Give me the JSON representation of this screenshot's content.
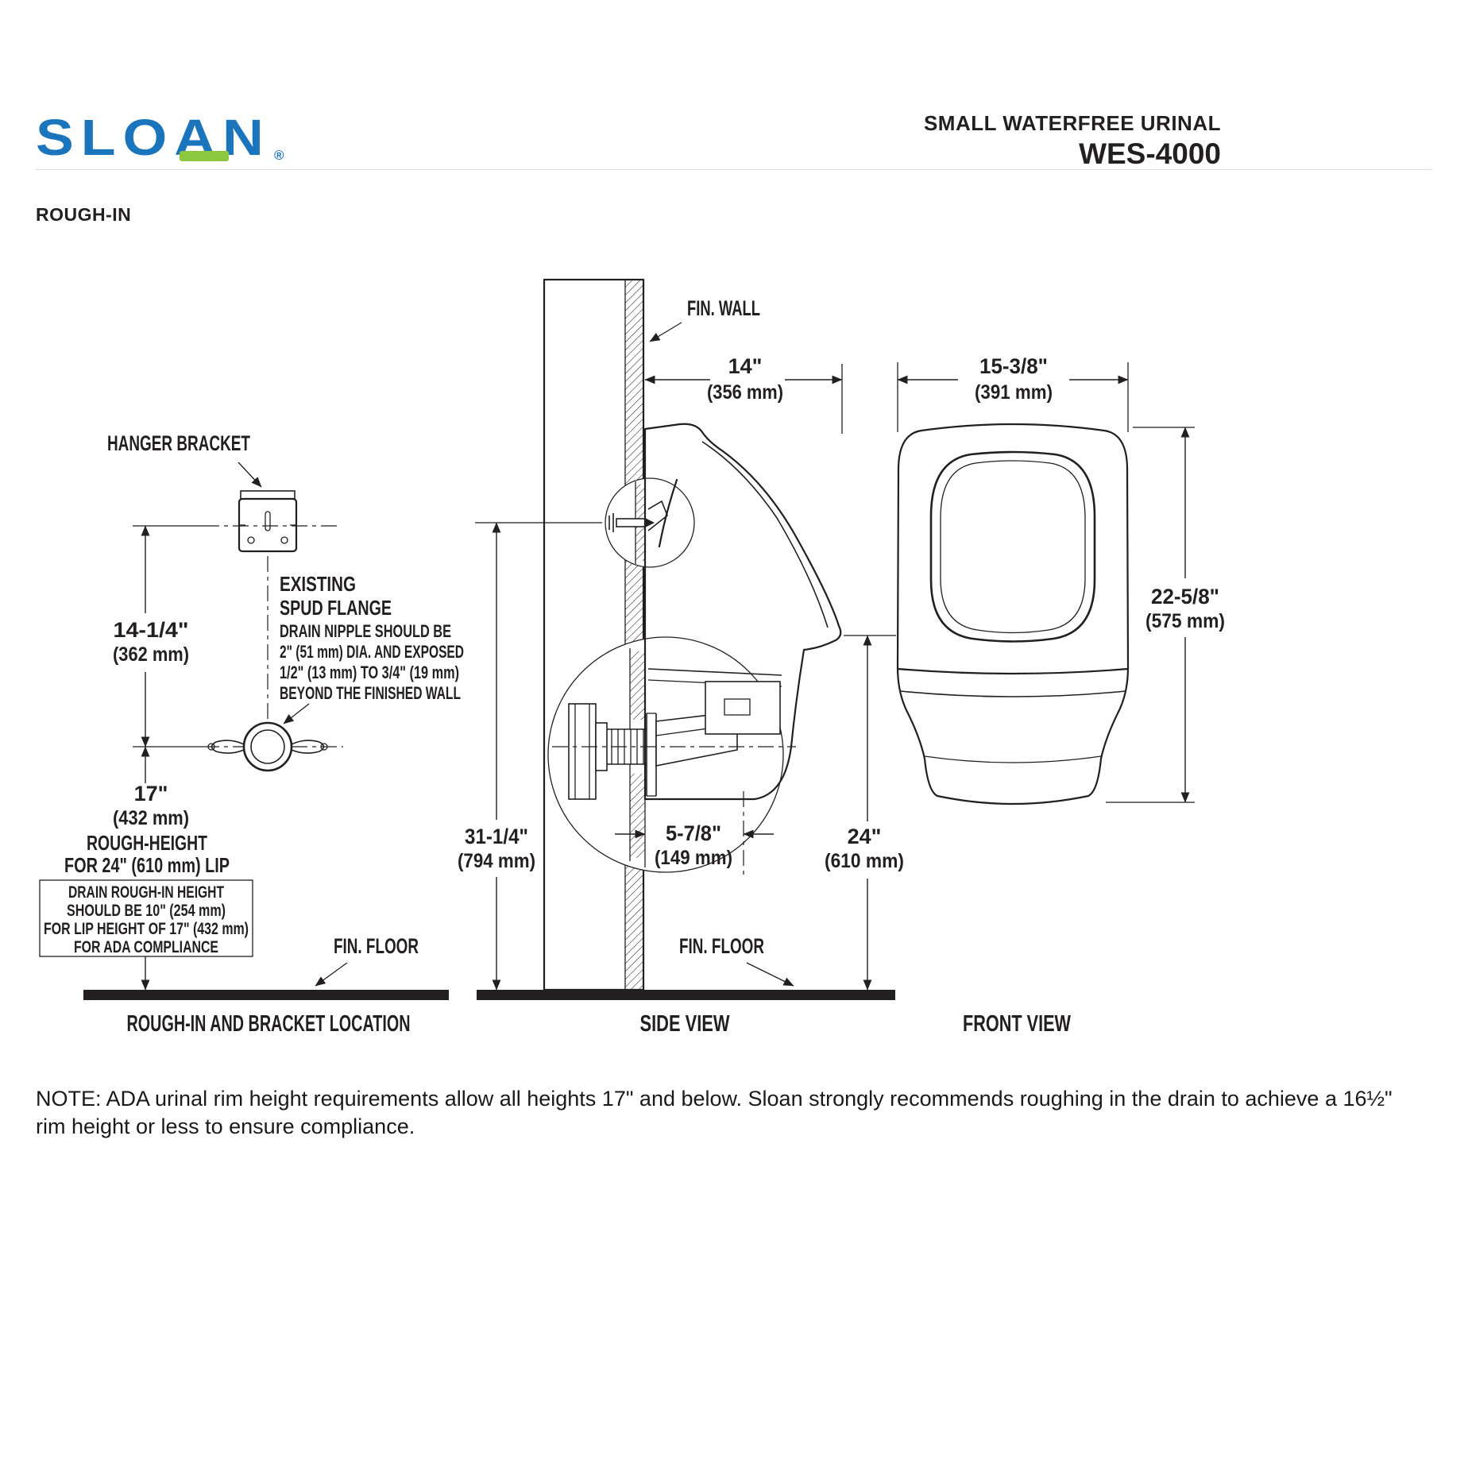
{
  "header": {
    "logo": "SLOAN",
    "registered_mark": "®",
    "product_name": "SMALL WATERFREE URINAL",
    "model": "WES-4000"
  },
  "section_title": "ROUGH-IN",
  "colors": {
    "sloan_blue": "#1b75bc",
    "sloan_green": "#8dc63f",
    "ink": "#231f20"
  },
  "rough_in_view": {
    "caption": "ROUGH-IN AND BRACKET LOCATION",
    "hanger_bracket_label": "HANGER BRACKET",
    "dim_bracket_to_spud": {
      "in": "14-1/4\"",
      "mm": "(362 mm)"
    },
    "spud_flange_title": [
      "EXISTING",
      "SPUD FLANGE"
    ],
    "spud_flange_note": [
      "DRAIN NIPPLE SHOULD BE",
      "2\" (51 mm) DIA. AND EXPOSED",
      "1/2\" (13 mm) TO 3/4\" (19 mm)",
      "BEYOND THE FINISHED WALL"
    ],
    "dim_spud_height": {
      "in": "17\"",
      "mm": "(432 mm)"
    },
    "rough_height_label": [
      "ROUGH-HEIGHT",
      "FOR 24\" (610 mm) LIP"
    ],
    "ada_note": [
      "DRAIN ROUGH-IN HEIGHT",
      "SHOULD BE 10\" (254 mm)",
      "FOR LIP HEIGHT OF 17\" (432 mm)",
      "FOR ADA COMPLIANCE"
    ],
    "fin_floor_label": "FIN. FLOOR"
  },
  "side_view": {
    "caption": "SIDE VIEW",
    "fin_wall_label": "FIN. WALL",
    "fin_floor_label": "FIN. FLOOR",
    "dim_depth": {
      "in": "14\"",
      "mm": "(356 mm)"
    },
    "dim_bracket_height": {
      "in": "31-1/4\"",
      "mm": "(794 mm)"
    },
    "dim_drain_offset": {
      "in": "5-7/8\"",
      "mm": "(149 mm)"
    },
    "dim_lip_height": {
      "in": "24\"",
      "mm": "(610 mm)"
    }
  },
  "front_view": {
    "caption": "FRONT VIEW",
    "dim_width": {
      "in": "15-3/8\"",
      "mm": "(391 mm)"
    },
    "dim_height": {
      "in": "22-5/8\"",
      "mm": "(575 mm)"
    }
  },
  "footnote": "NOTE: ADA urinal rim height requirements allow all heights 17\" and below. Sloan strongly recommends roughing in the drain to achieve a 16½\" rim height or less to ensure compliance."
}
